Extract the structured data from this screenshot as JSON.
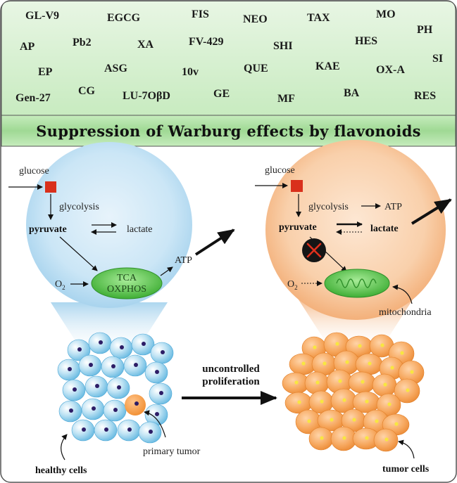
{
  "abbreviations": [
    {
      "text": "GL-V9"
    },
    {
      "text": "EGCG"
    },
    {
      "text": "FIS"
    },
    {
      "text": "NEO"
    },
    {
      "text": "TAX"
    },
    {
      "text": "MO"
    },
    {
      "text": "PH"
    },
    {
      "text": "AP"
    },
    {
      "text": "Pb2"
    },
    {
      "text": "XA"
    },
    {
      "text": "FV-429"
    },
    {
      "text": "SHI"
    },
    {
      "text": "HES"
    },
    {
      "text": "SI"
    },
    {
      "text": "EP"
    },
    {
      "text": "ASG"
    },
    {
      "text": "10v"
    },
    {
      "text": "QUE"
    },
    {
      "text": "KAE"
    },
    {
      "text": "OX-A"
    },
    {
      "text": "Gen-27"
    },
    {
      "text": "CG"
    },
    {
      "text": "LU-7OβD"
    },
    {
      "text": "GE"
    },
    {
      "text": "MF"
    },
    {
      "text": "BA"
    },
    {
      "text": "RES"
    }
  ],
  "banner": {
    "title": "Suppression of Warburg effects by flavonoids"
  },
  "healthy": {
    "glucose": "glucose",
    "glycolysis": "glycolysis",
    "pyruvate": "pyruvate",
    "lactate": "lactate",
    "tca": "TCA",
    "oxphos": "OXPHOS",
    "o2": "O",
    "o2_sub": "2",
    "atp": "ATP",
    "cells_label": "healthy cells",
    "primary_tumor": "primary tumor"
  },
  "tumor": {
    "glucose": "glucose",
    "glycolysis": "glycolysis",
    "atp": "ATP",
    "pyruvate": "pyruvate",
    "lactate": "lactate",
    "o2": "O",
    "o2_sub": "2",
    "mitochondria": "mitochondria",
    "cells_label": "tumor cells"
  },
  "transition": {
    "line1": "uncontrolled",
    "line2": "proliferation"
  },
  "colors": {
    "top_panel": "#d9f0d3",
    "banner": "#aee0a4",
    "healthy_bubble": "#bfdff2",
    "tumor_bubble": "#f7c9a0",
    "mitochondria": "#6fcf5f",
    "glucose_box": "#d9301c",
    "healthy_cell": "#7cc4e6",
    "healthy_nucleus": "#3a2a7a",
    "tumor_cell": "#f4a45a",
    "tumor_nucleus": "#f5e23a"
  }
}
